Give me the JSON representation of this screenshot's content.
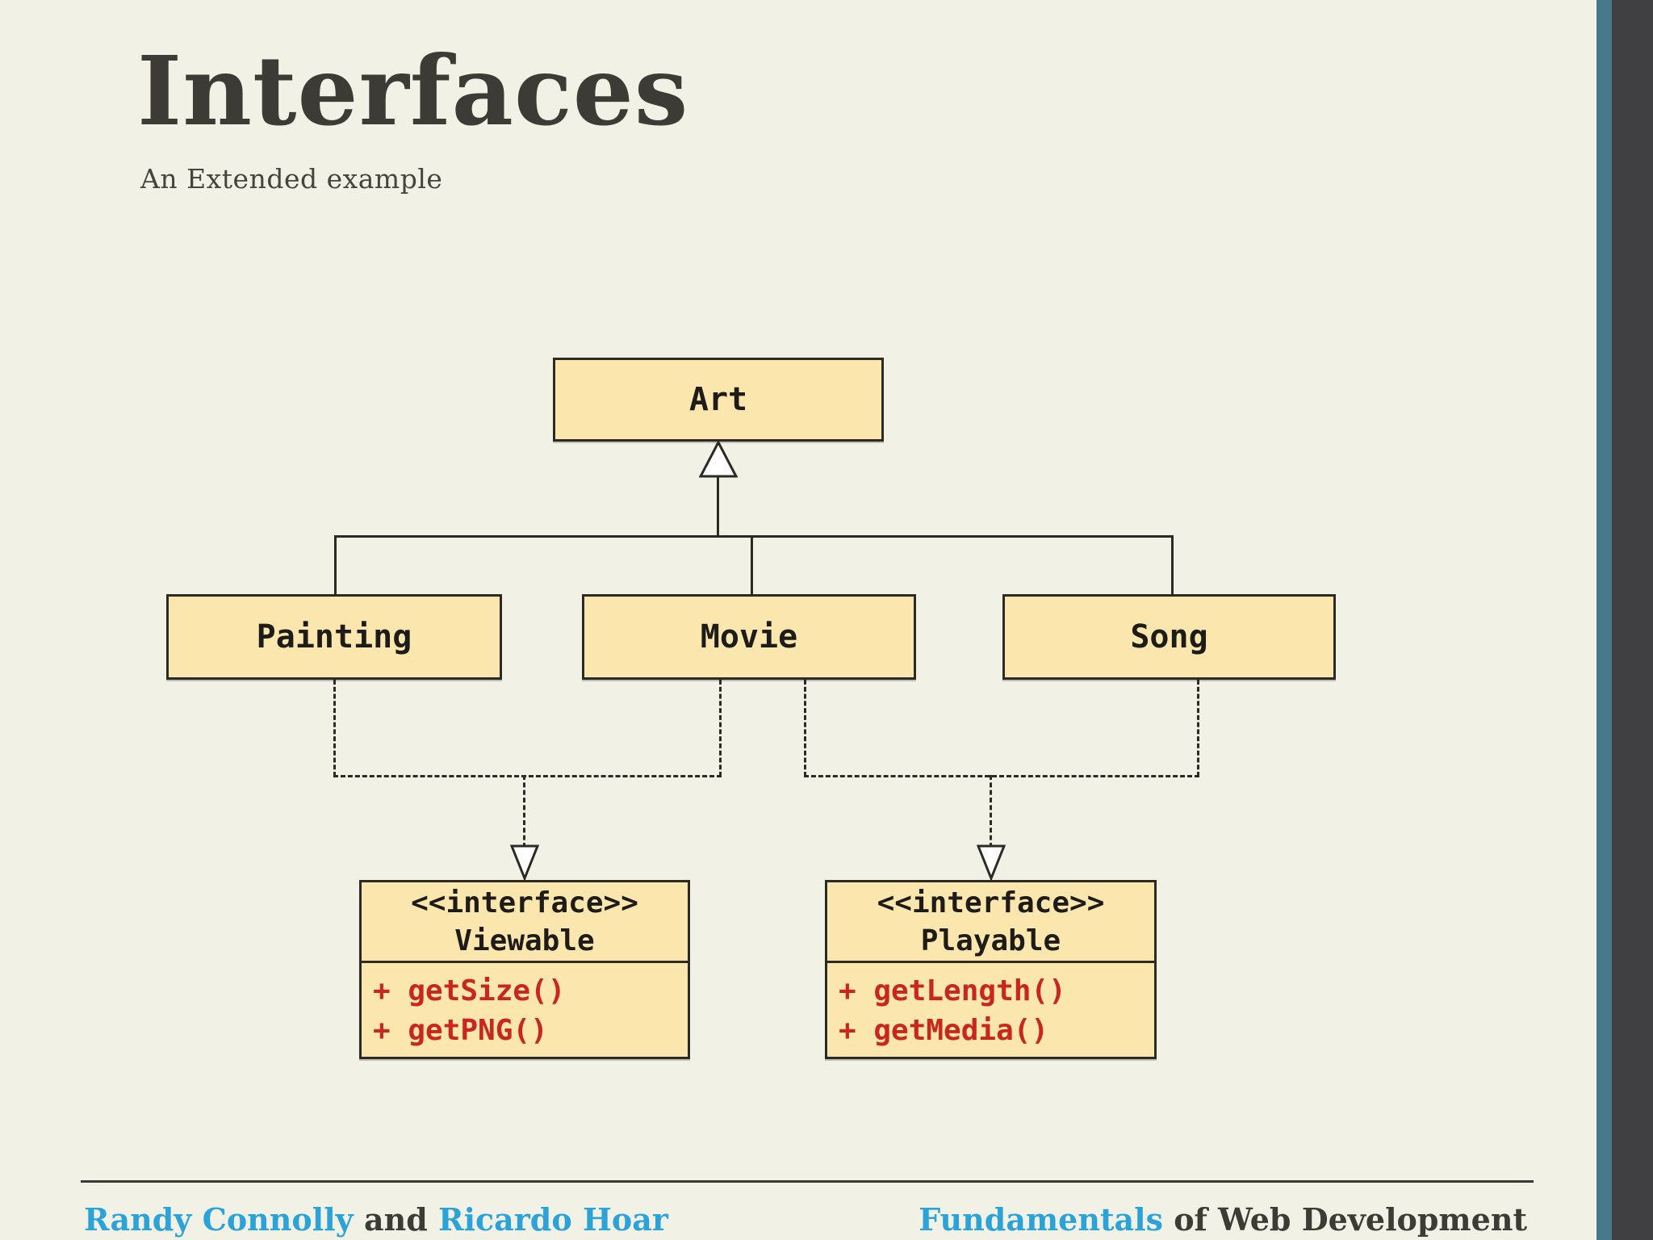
{
  "slide": {
    "title": "Interfaces",
    "subtitle": "An Extended example"
  },
  "diagram": {
    "art": {
      "label": "Art"
    },
    "painting": {
      "label": "Painting"
    },
    "movie": {
      "label": "Movie"
    },
    "song": {
      "label": "Song"
    },
    "viewable": {
      "stereotype": "<<interface>>",
      "name": "Viewable",
      "methods": [
        "+ getSize()",
        "+ getPNG()"
      ]
    },
    "playable": {
      "stereotype": "<<interface>>",
      "name": "Playable",
      "methods": [
        "+ getLength()",
        "+ getMedia()"
      ]
    }
  },
  "footer": {
    "author1": "Randy Connolly",
    "and": " and ",
    "author2": "Ricardo Hoar",
    "book_highlight": "Fundamentals",
    "book_rest": " of Web Development"
  },
  "colors": {
    "background": "#f2f1e6",
    "box_fill": "#fbe7ae",
    "line": "#2b2a24",
    "method_red": "#c9261c",
    "link_blue": "#2ca3d8",
    "text_dark": "#3c3b35",
    "edge_teal": "#47788c",
    "edge_charcoal": "#403f41"
  }
}
